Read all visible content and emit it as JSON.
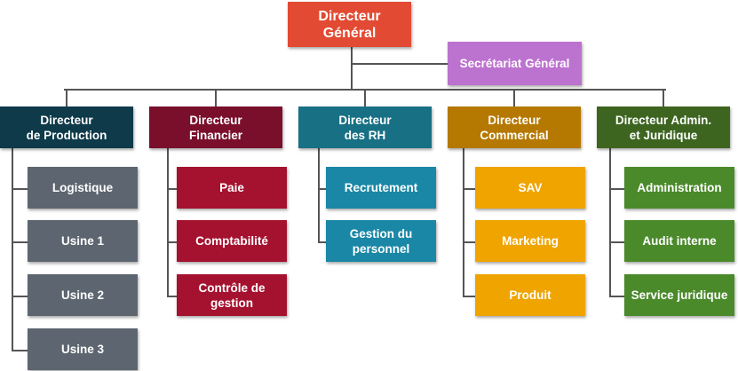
{
  "org": {
    "head": {
      "label": "Directeur\nGénéral",
      "color": "#E24A33"
    },
    "secretariat": {
      "label": "Secrétariat Général",
      "color": "#BC72CF"
    },
    "departments": [
      {
        "label": "Directeur\nde Production",
        "head_color": "#0E3A4A",
        "child_color": "#5D6670",
        "children": [
          "Logistique",
          "Usine 1",
          "Usine 2",
          "Usine 3"
        ]
      },
      {
        "label": "Directeur\nFinancier",
        "head_color": "#7A0F2C",
        "child_color": "#A5122F",
        "children": [
          "Paie",
          "Comptabilité",
          "Contrôle de\ngestion"
        ]
      },
      {
        "label": "Directeur\ndes RH",
        "head_color": "#187084",
        "child_color": "#1A87A6",
        "children": [
          "Recrutement",
          "Gestion du\npersonnel"
        ]
      },
      {
        "label": "Directeur\nCommercial",
        "head_color": "#B57800",
        "child_color": "#EFA400",
        "children": [
          "SAV",
          "Marketing",
          "Produit"
        ]
      },
      {
        "label": "Directeur Admin.\net Juridique",
        "head_color": "#3D6520",
        "child_color": "#4B8A2B",
        "children": [
          "Administration",
          "Audit interne",
          "Service juridique"
        ]
      }
    ]
  }
}
